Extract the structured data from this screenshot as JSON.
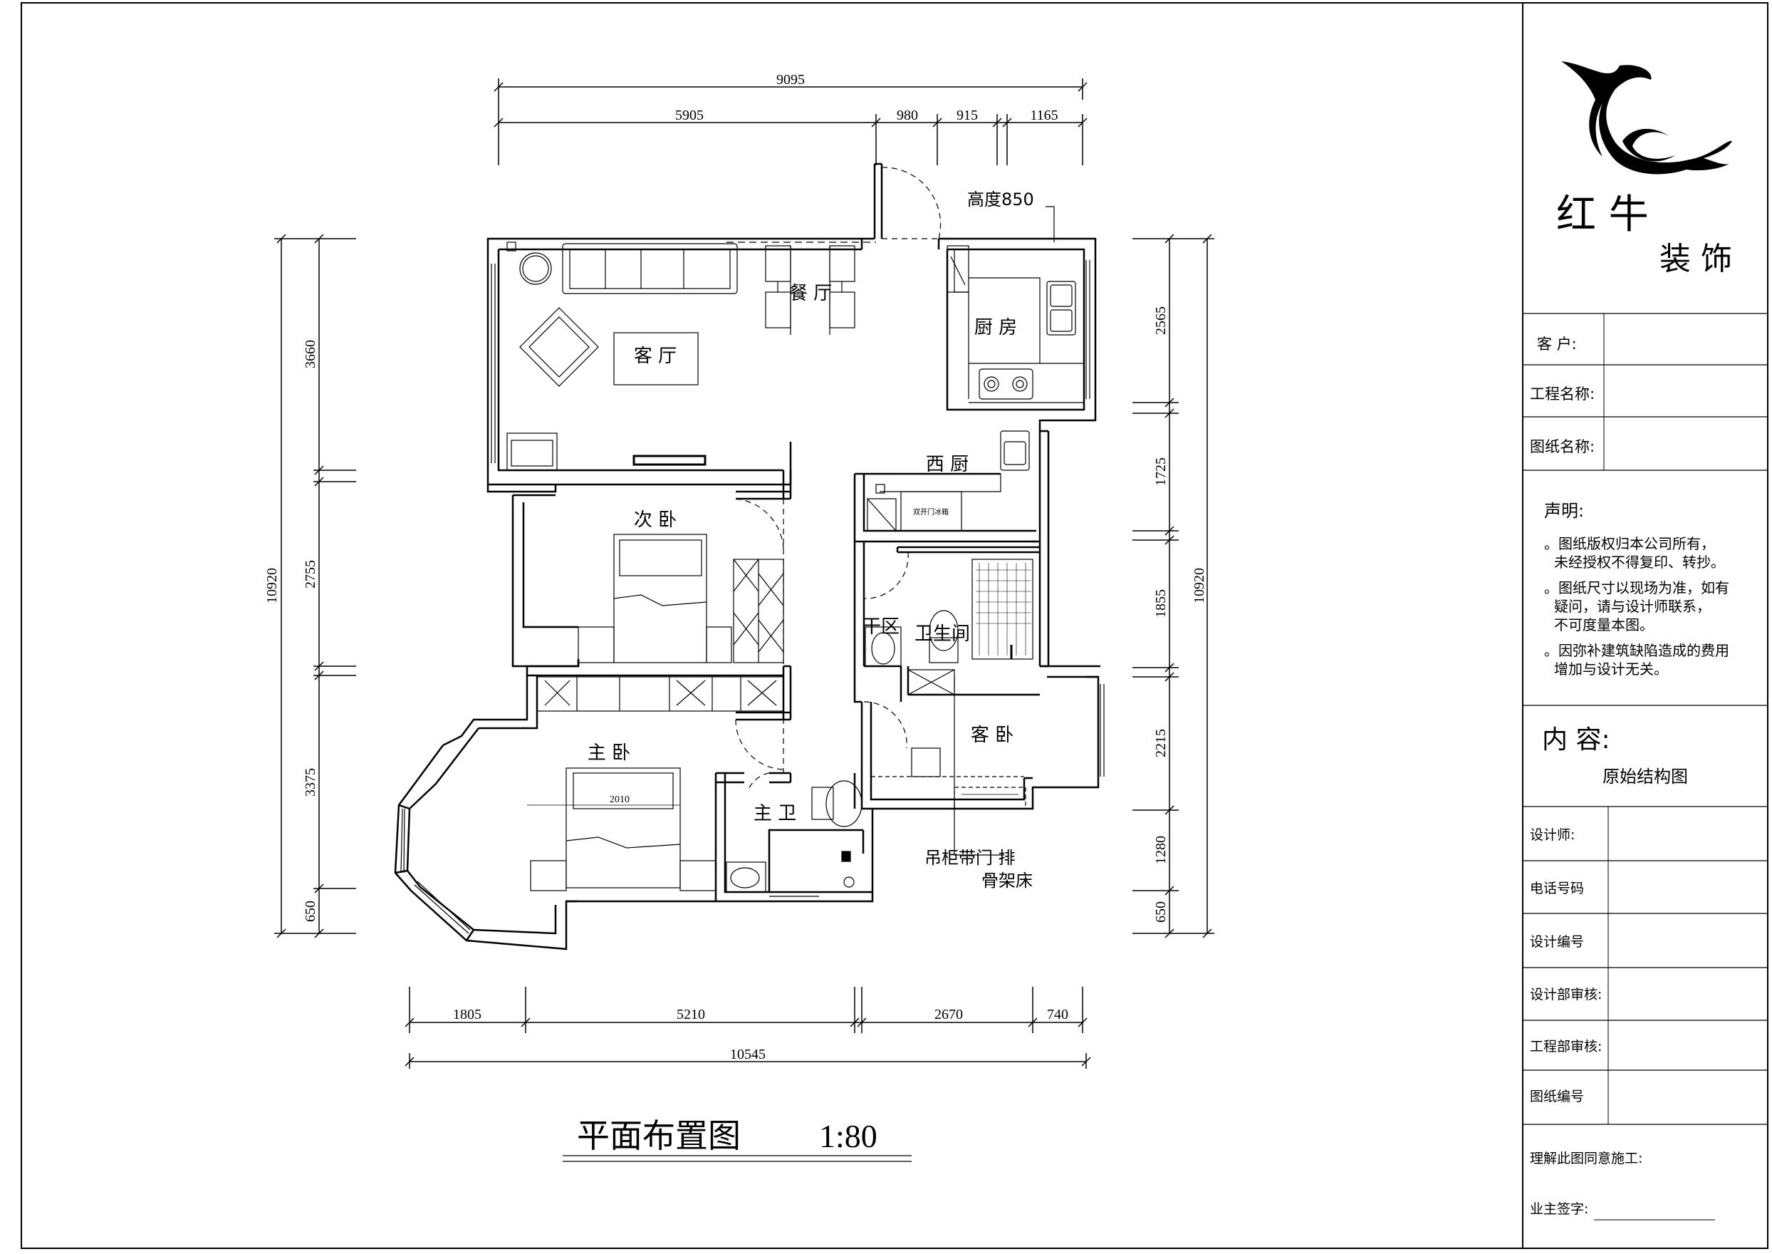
{
  "dimensions": {
    "top_total": "9095",
    "top": [
      "5905",
      "980",
      "915",
      "1165"
    ],
    "bottom": [
      "1805",
      "5210",
      "2670",
      "740"
    ],
    "bottom_total": "10545",
    "left_total": "10920",
    "left": [
      "3660",
      "2755",
      "3375",
      "650"
    ],
    "right_total": "10920",
    "right": [
      "2565",
      "1725",
      "1855",
      "2215",
      "1280",
      "650"
    ]
  },
  "rooms": {
    "living": "客  厅",
    "dining": "餐  厅",
    "kitchen": "厨  房",
    "west_kitchen": "西  厨",
    "second_bedroom": "次  卧",
    "master_bedroom": "主  卧",
    "guest_bedroom": "客  卧",
    "bathroom": "卫生间",
    "dry_area": "干区",
    "master_bath": "主  卫"
  },
  "annotations": {
    "height_note": "高度850",
    "fridge": "双开门冰箱",
    "bed_width": "2010",
    "cabinet_note_1": "吊柜带门  排",
    "cabinet_note_2": "骨架床"
  },
  "drawing": {
    "title": "平面布置图",
    "scale": "1:80"
  },
  "title_block": {
    "brand_line1": "红  牛",
    "brand_line2": "装  饰",
    "client_label": "客    户:",
    "project_label": "工程名称:",
    "drawing_name_label": "图纸名称:",
    "declaration_heading": "声明:",
    "declaration_lines": [
      "。图纸版权归本公司所有，",
      "未经授权不得复印、转抄。",
      "。图纸尺寸以现场为准，如有",
      "疑问，请与设计师联系，",
      "不可度量本图。",
      "。因弥补建筑缺陷造成的费用",
      "增加与设计无关。"
    ],
    "content_heading": "内  容:",
    "content_value": "原始结构图",
    "designer_label": "设计师:",
    "phone_label": "电话号码",
    "design_no_label": "设计编号",
    "design_review_label": "设计部审核:",
    "eng_review_label": "工程部审核:",
    "drawing_no_label": "图纸编号",
    "agree_label": "理解此图同意施工:",
    "owner_sign_label": "业主签字:"
  }
}
